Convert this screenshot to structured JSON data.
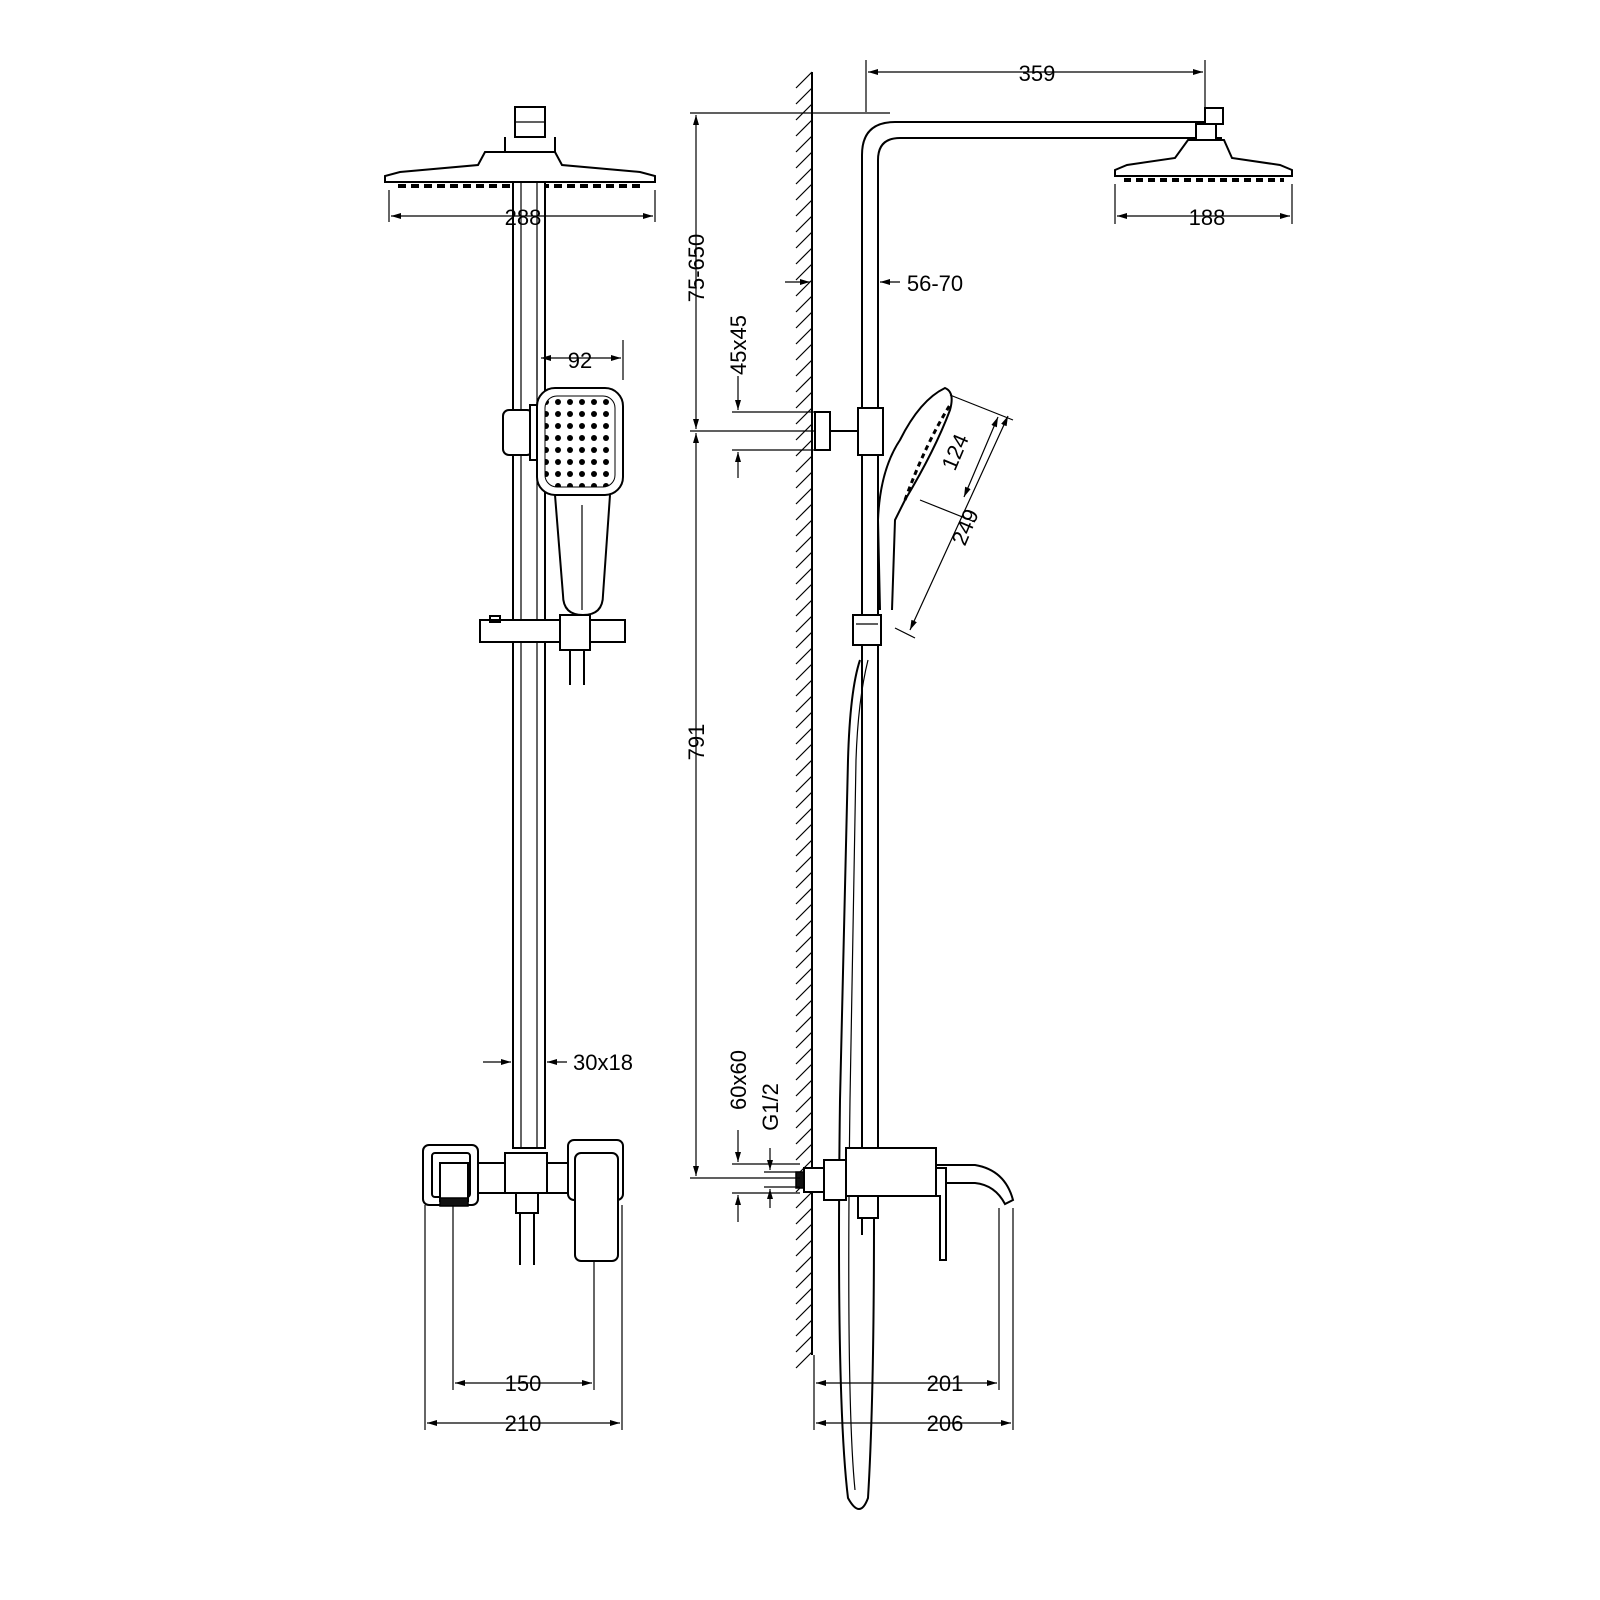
{
  "colors": {
    "line": "#000000",
    "background": "#ffffff"
  },
  "dimensions": {
    "front_head_width": "288",
    "front_handshower_width": "92",
    "front_rail_section": "30x18",
    "front_mixer_inner": "150",
    "front_mixer_outer": "210",
    "side_arm_reach": "359",
    "side_head_width": "188",
    "side_bracket_offset": "56-70",
    "side_height_adjust": "75-650",
    "side_bracket_size": "45x45",
    "side_handshower_head": "124",
    "side_handshower_length": "249",
    "side_column_height": "791",
    "side_mixer_plate": "60x60",
    "side_connection_thread": "G1/2",
    "side_spout_inner": "201",
    "side_spout_outer": "206"
  }
}
